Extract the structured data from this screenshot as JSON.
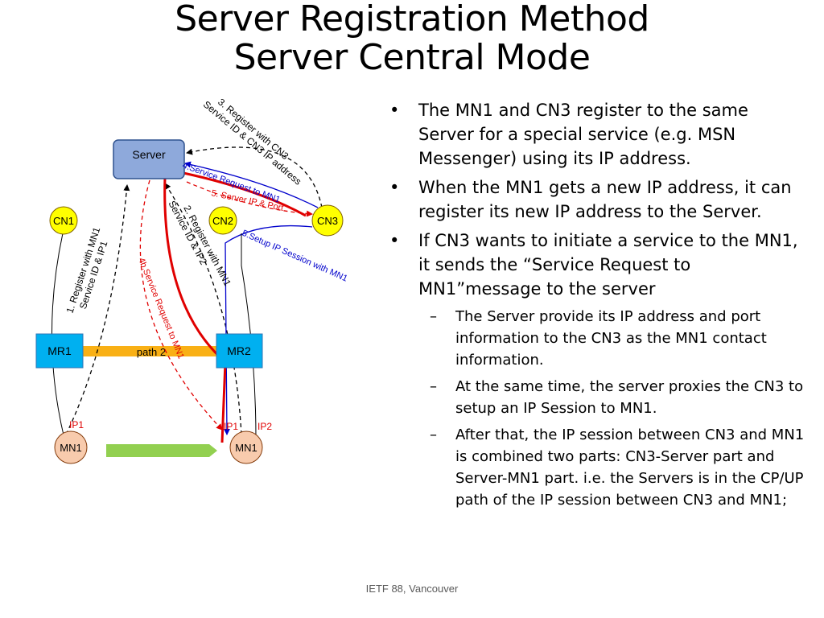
{
  "slide": {
    "title_line1": "Server Registration Method",
    "title_line2": "Server Central Mode",
    "footer": "IETF 88, Vancouver"
  },
  "diagram": {
    "nodes": {
      "server": "Server",
      "cn1": "CN1",
      "cn2": "CN2",
      "cn3": "CN3",
      "mr1": "MR1",
      "mr2": "MR2",
      "mn1_left": "MN1",
      "mn1_right": "MN1"
    },
    "labels": {
      "register_cn3_line1": "3. Register with CN3",
      "register_cn3_line2": "Service ID & CN3 IP address",
      "service_request": "4.Service Request to MN1",
      "server_ip_port": "5. Server IP & Port",
      "setup_ip_session": "5.Setup IP  Session with  MN1",
      "register_mn1_line1": "1. Register with MN1",
      "register_mn1_line2": "Service ID & IP1",
      "register_mn1_b_line1": "2. Register with MN1",
      "register_mn1_b_line2": "Service ID & IP2",
      "service_request_4b": "4b.Service Request to MN1",
      "path2": "path 2",
      "ip1_left": "IP1",
      "ip1_right": "IP1",
      "ip2": "IP2"
    },
    "colors": {
      "server_fill": "#8EA9DB",
      "cn_fill": "#FFFF00",
      "mr_fill": "#00B0F0",
      "mn_fill": "#F8CBAD",
      "path_bar": "#F9B015",
      "arrow_green": "#92D050",
      "red": "#E00000",
      "blue": "#0000CC"
    }
  },
  "bullets": [
    {
      "level": 1,
      "mark": "•",
      "text": "The MN1 and CN3 register to the same Server for a special service (e.g. MSN Messenger)  using its IP address."
    },
    {
      "level": 1,
      "mark": "•",
      "text": "When the MN1 gets a new IP address, it can register its new IP address to the Server."
    },
    {
      "level": 1,
      "mark": "•",
      "text": "If CN3 wants to initiate a service to the MN1, it sends the “Service Request to MN1”message to the server"
    },
    {
      "level": 2,
      "mark": "–",
      "text": "The Server provide its IP address and port information to the CN3 as the MN1 contact information."
    },
    {
      "level": 2,
      "mark": "–",
      "text": "At the same time, the server proxies the CN3 to setup an IP Session to MN1."
    },
    {
      "level": 2,
      "mark": "–",
      "text": "After that, the IP session between CN3 and MN1 is combined two parts: CN3-Server part and Server-MN1 part.  i.e. the Servers is in the CP/UP path of the IP session between CN3 and MN1;"
    }
  ]
}
